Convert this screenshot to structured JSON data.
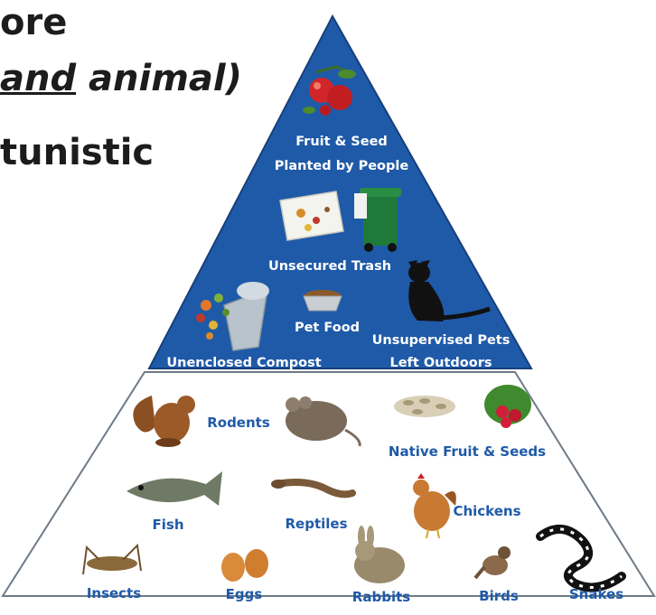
{
  "heading": {
    "line1": "ore",
    "line2_underlined": "and",
    "line2_rest": " animal)",
    "line3": "tunistic"
  },
  "top_section": {
    "labels": {
      "fruit_seed_1": "Fruit & Seed",
      "fruit_seed_2": "Planted by People",
      "trash": "Unsecured Trash",
      "pet_food": "Pet Food",
      "pets_1": "Unsupervised Pets",
      "pets_2": "Left Outdoors",
      "compost": "Unenclosed Compost"
    },
    "color": "#1f5aa8"
  },
  "bottom_section": {
    "labels": {
      "rodents": "Rodents",
      "native": "Native Fruit & Seeds",
      "fish": "Fish",
      "reptiles": "Reptiles",
      "chickens": "Chickens",
      "insects": "Insects",
      "eggs": "Eggs",
      "rabbits": "Rabbits",
      "birds": "Birds",
      "snakes": "Snakes"
    },
    "color": "#1f5aa8"
  }
}
